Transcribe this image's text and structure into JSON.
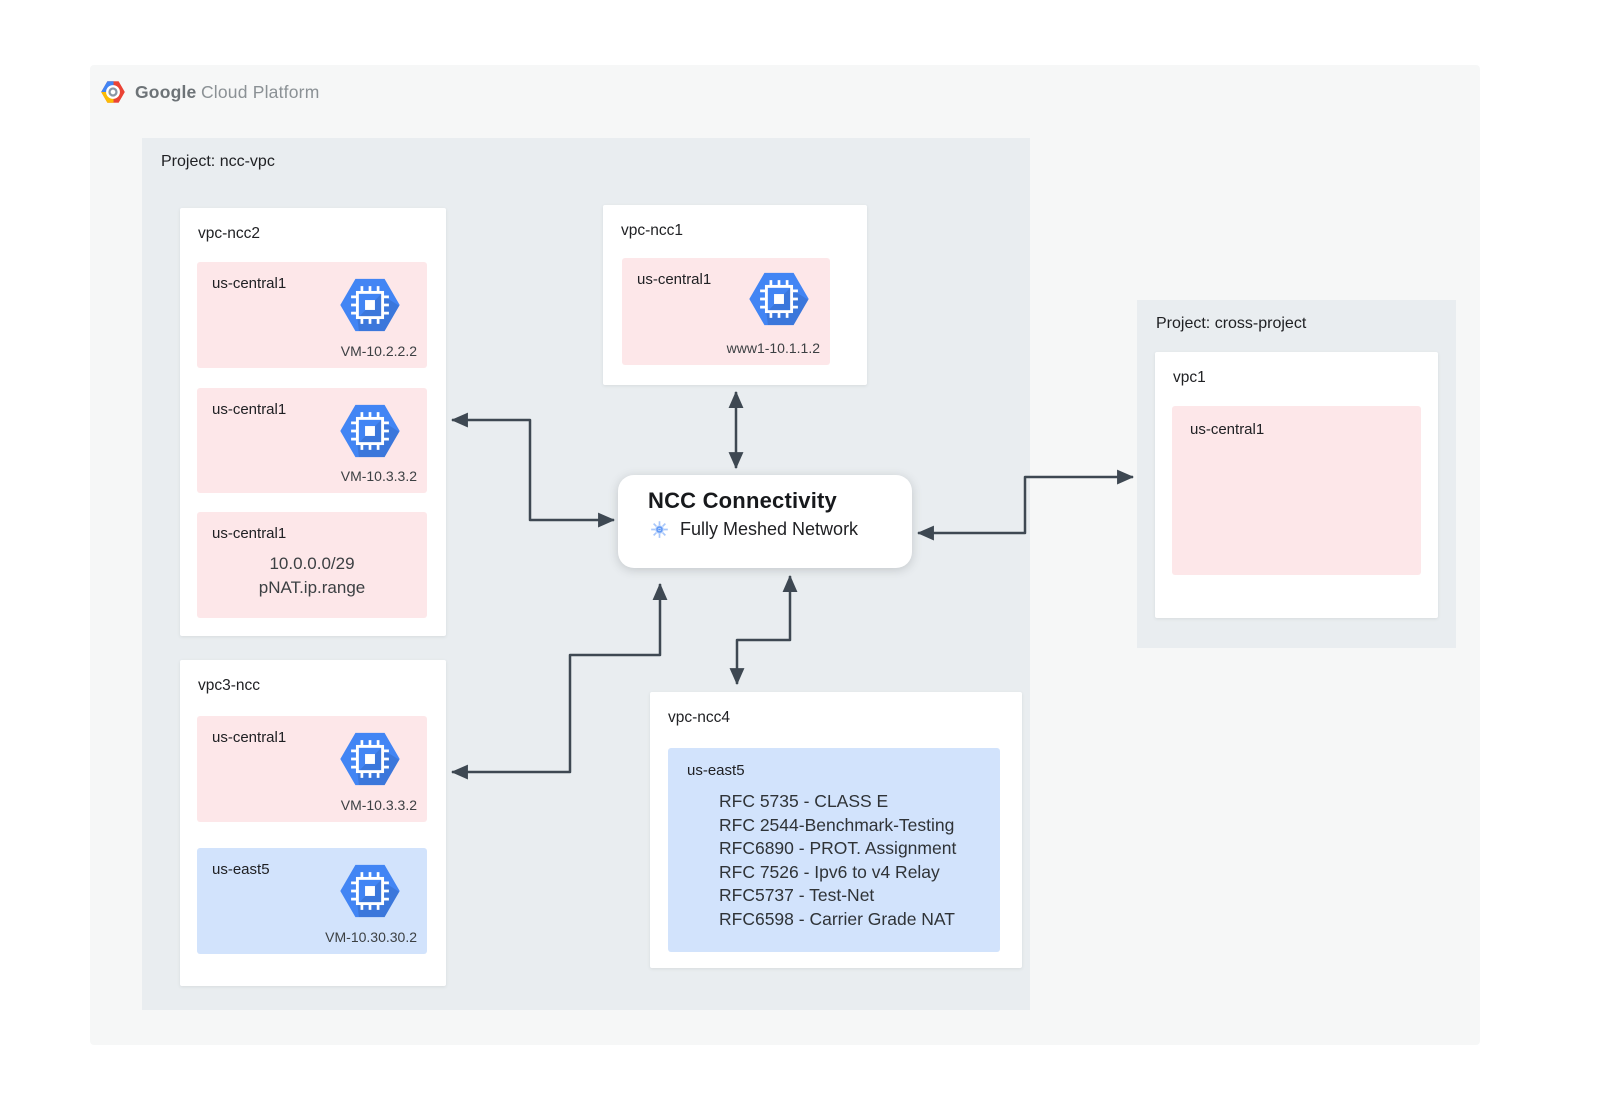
{
  "brand": {
    "bold": "Google",
    "rest": "Cloud Platform"
  },
  "colors": {
    "accent_blue": "#4285f4",
    "region_pink": "#fde7e9",
    "region_blue": "#d2e3fc",
    "container_gray": "#e9edf0",
    "card_gray": "#f6f7f7",
    "arrow": "#3e4852"
  },
  "ncc_project": {
    "label": "Project: ncc-vpc",
    "vpc_ncc2": {
      "title": "vpc-ncc2",
      "regions": [
        {
          "name": "us-central1",
          "vm": "VM-10.2.2.2"
        },
        {
          "name": "us-central1",
          "vm": "VM-10.3.3.2"
        },
        {
          "name": "us-central1",
          "line1": "10.0.0.0/29",
          "line2": "pNAT.ip.range"
        }
      ]
    },
    "vpc3_ncc": {
      "title": "vpc3-ncc",
      "regions": [
        {
          "name": "us-central1",
          "vm": "VM-10.3.3.2"
        },
        {
          "name": "us-east5",
          "vm": "VM-10.30.30.2"
        }
      ]
    },
    "vpc_ncc1": {
      "title": "vpc-ncc1",
      "region": {
        "name": "us-central1",
        "vm": "www1-10.1.1.2"
      }
    },
    "vpc_ncc4": {
      "title": "vpc-ncc4",
      "region_name": "us-east5",
      "rfc_list": [
        "RFC 5735 - CLASS E",
        "RFC 2544-Benchmark-Testing",
        "RFC6890 - PROT. Assignment",
        "RFC 7526 - Ipv6 to v4 Relay",
        "RFC5737 - Test-Net",
        "RFC6598 - Carrier Grade NAT"
      ]
    }
  },
  "ncc_hub": {
    "title": "NCC Connectivity",
    "subtitle": "Fully Meshed Network"
  },
  "cross_project": {
    "label": "Project: cross-project",
    "vpc": {
      "title": "vpc1",
      "region_name": "us-central1"
    }
  }
}
